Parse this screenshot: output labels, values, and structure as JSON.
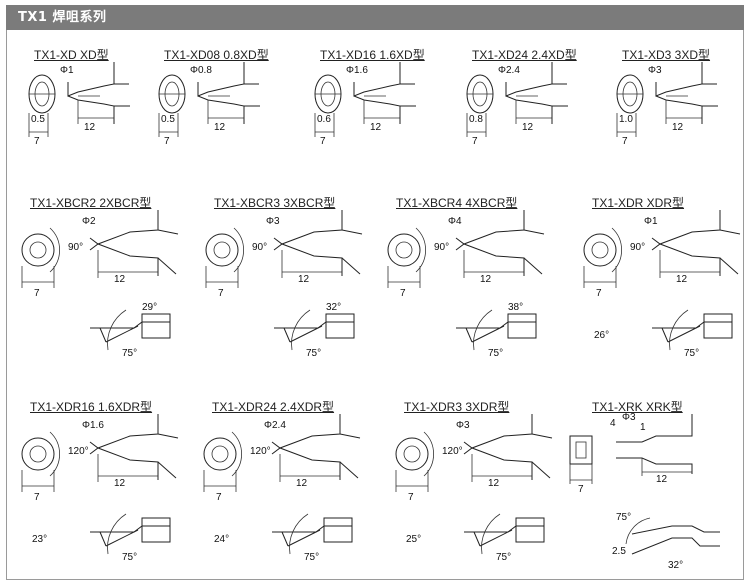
{
  "header": {
    "title": "TX1  焊咀系列"
  },
  "tips": [
    {
      "title": "TX1-XD  XD型",
      "phi": "Φ1",
      "width": "0.5",
      "face": "7",
      "len": "12",
      "kind": "xd"
    },
    {
      "title": "TX1-XD08  0.8XD型",
      "phi": "Φ0.8",
      "width": "0.5",
      "face": "7",
      "len": "12",
      "kind": "xd"
    },
    {
      "title": "TX1-XD16  1.6XD型",
      "phi": "Φ1.6",
      "width": "0.6",
      "face": "7",
      "len": "12",
      "kind": "xd"
    },
    {
      "title": "TX1-XD24  2.4XD型",
      "phi": "Φ2.4",
      "width": "0.8",
      "face": "7",
      "len": "12",
      "kind": "xd"
    },
    {
      "title": "TX1-XD3  3XD型",
      "phi": "Φ3",
      "width": "1.0",
      "face": "7",
      "len": "12",
      "kind": "xd"
    },
    {
      "title": "TX1-XBCR2  2XBCR型",
      "phi": "Φ2",
      "face": "7",
      "len": "12",
      "angle": "90°",
      "top_angle": "29°",
      "bottom_angle": "75°",
      "kind": "bcr"
    },
    {
      "title": "TX1-XBCR3  3XBCR型",
      "phi": "Φ3",
      "face": "7",
      "len": "12",
      "angle": "90°",
      "top_angle": "32°",
      "bottom_angle": "75°",
      "kind": "bcr"
    },
    {
      "title": "TX1-XBCR4  4XBCR型",
      "phi": "Φ4",
      "face": "7",
      "len": "12",
      "angle": "90°",
      "top_angle": "38°",
      "bottom_angle": "75°",
      "kind": "bcr"
    },
    {
      "title": "TX1-XDR  XDR型",
      "phi": "Φ1",
      "face": "7",
      "len": "12",
      "angle": "90°",
      "side_angle": "26°",
      "bottom_angle": "75°",
      "kind": "dr"
    },
    {
      "title": "TX1-XDR16  1.6XDR型",
      "phi": "Φ1.6",
      "face": "7",
      "len": "12",
      "angle": "120°",
      "side_angle": "23°",
      "bottom_angle": "75°",
      "kind": "dr"
    },
    {
      "title": "TX1-XDR24  2.4XDR型",
      "phi": "Φ2.4",
      "face": "7",
      "len": "12",
      "angle": "120°",
      "side_angle": "24°",
      "bottom_angle": "75°",
      "kind": "dr"
    },
    {
      "title": "TX1-XDR3  3XDR型",
      "phi": "Φ3",
      "face": "7",
      "len": "12",
      "angle": "120°",
      "side_angle": "25°",
      "bottom_angle": "75°",
      "kind": "dr"
    },
    {
      "title": "TX1-XRK  XRK型",
      "phi": "Φ3",
      "face": "7",
      "len": "12",
      "dim_a": "4",
      "dim_b": "1",
      "top_angle": "75°",
      "dim_c": "2.5",
      "bottom_angle": "32°",
      "kind": "rk"
    }
  ]
}
